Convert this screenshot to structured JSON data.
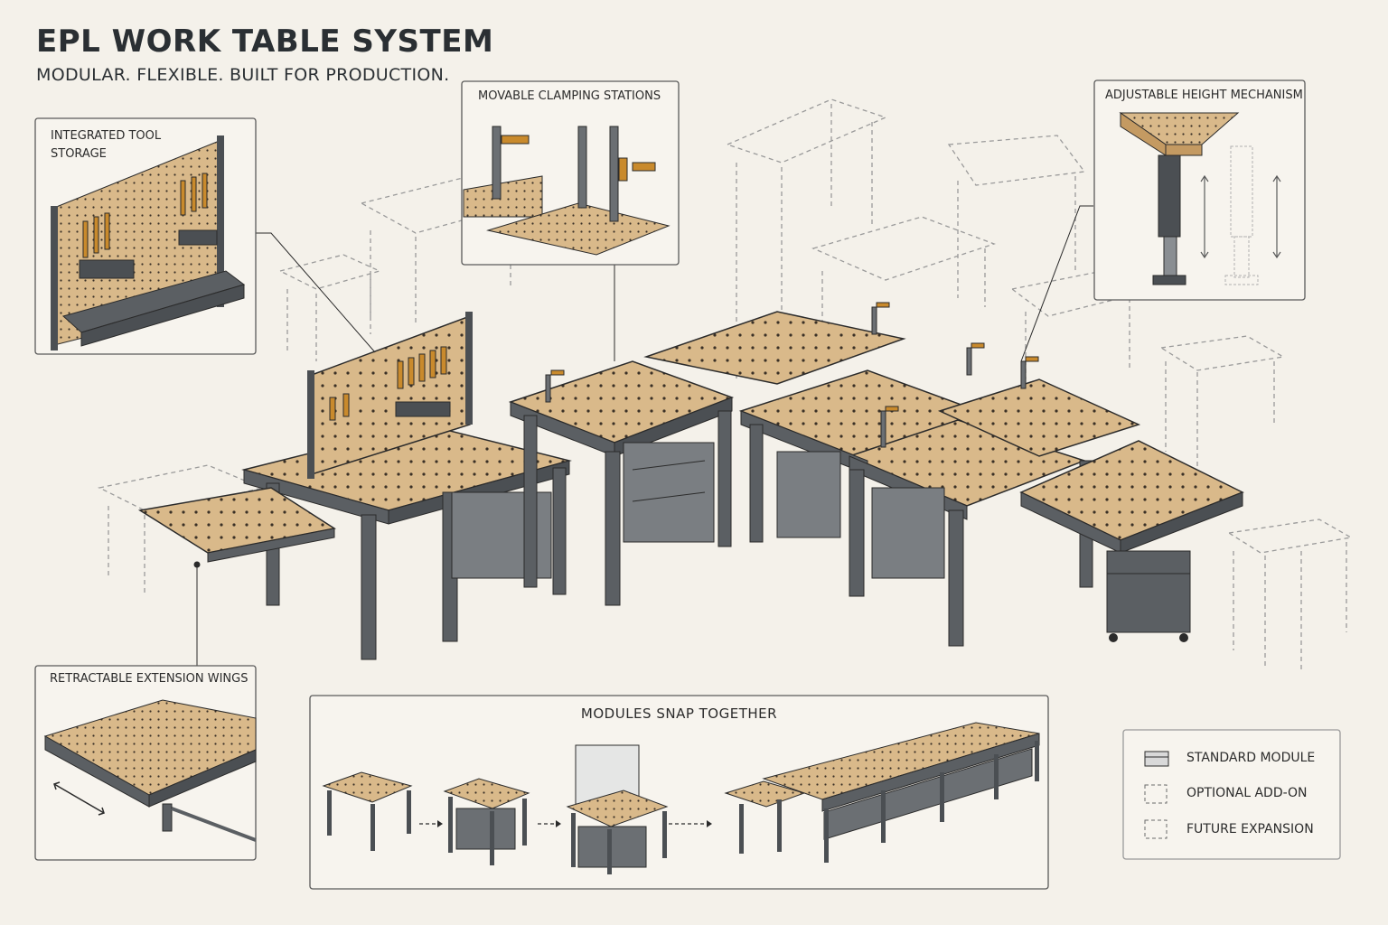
{
  "header": {
    "title": "EPL WORK TABLE SYSTEM",
    "subtitle": "MODULAR. FLEXIBLE. BUILT FOR PRODUCTION."
  },
  "callouts": {
    "tool_storage": "INTEGRATED TOOL STORAGE",
    "clamping": "MOVABLE CLAMPING STATIONS",
    "height": "ADJUSTABLE HEIGHT MECHANISM",
    "extension": "RETRACTABLE EXTENSION WINGS"
  },
  "modules": {
    "title": "MODULES SNAP TOGETHER"
  },
  "legend": {
    "items": [
      {
        "label": "STANDARD MODULE",
        "icon": "solid-module-icon"
      },
      {
        "label": "OPTIONAL ADD-ON",
        "icon": "dashed-box-icon"
      },
      {
        "label": "FUTURE EXPANSION",
        "icon": "dashed-box-icon"
      }
    ]
  },
  "colors": {
    "background": "#f4f1ea",
    "wood": "#d9b98a",
    "steel": "#5b5f63",
    "outline": "#2b2b2b"
  }
}
